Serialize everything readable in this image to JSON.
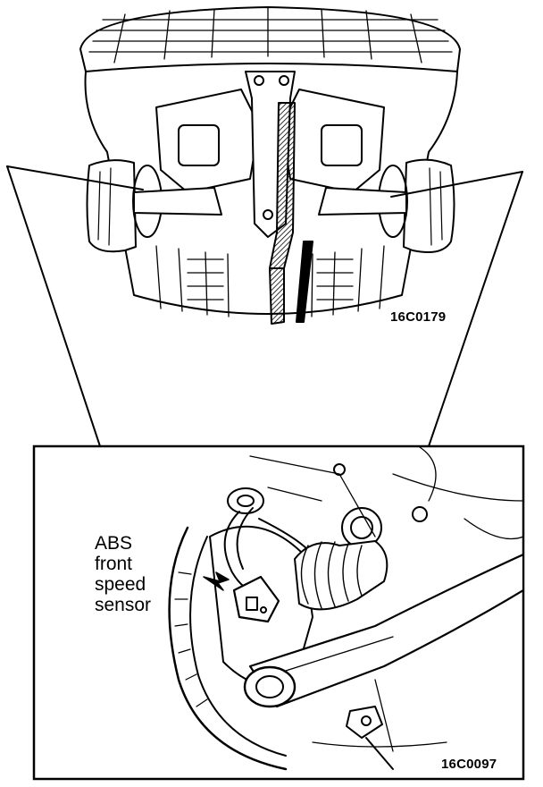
{
  "figures": {
    "top_ref": "16C0179",
    "bottom_ref": "16C0097"
  },
  "callout": {
    "lines": [
      "ABS",
      "front",
      "speed",
      "sensor"
    ]
  }
}
